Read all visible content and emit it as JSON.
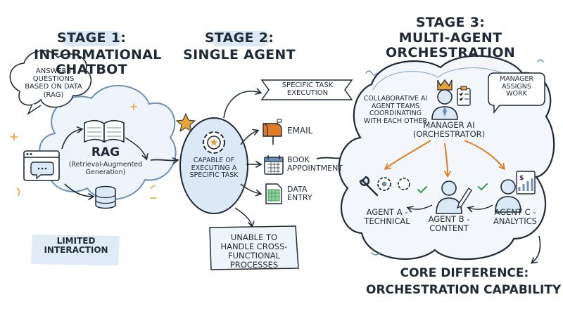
{
  "colors": {
    "ink": "#1f2a36",
    "blue_fill": "#dbe9f6",
    "blue_stroke": "#6d8fb5",
    "gold": "#e8a23a",
    "orange_arrow": "#e07d22",
    "green_check": "#3e9e5a"
  },
  "stage1": {
    "label": "STAGE 1:",
    "title": "INFORMATIONAL CHATBOT",
    "bubble_text": "ANSWERS QUESTIONS BASED ON DATA (RAG)",
    "rag_title": "RAG",
    "rag_subtitle": "(Retrieval-Augmented Generation)",
    "limit_text": "LIMITED INTERACTION",
    "icons": [
      "book-icon",
      "chat-window-icon",
      "database-icon"
    ]
  },
  "stage2": {
    "label": "STAGE 2:",
    "title": "SINGLE AGENT",
    "banner_text": "SPECIFIC TASK EXECUTION",
    "circle_text": "CAPABLE OF EXECUTING A SPECIFIC TASK",
    "tasks": [
      {
        "label": "EMAIL",
        "icon": "mailbox-icon"
      },
      {
        "label": "BOOK APPOINTMENT",
        "icon": "calendar-icon"
      },
      {
        "label": "DATA ENTRY",
        "icon": "spreadsheet-icon"
      }
    ],
    "limit_text": "UNABLE TO HANDLE CROSS-FUNCTIONAL PROCESSES"
  },
  "stage3": {
    "label": "STAGE 3:",
    "title": "MULTI-AGENT ORCHESTRATION",
    "collab_text": "COLLABORATIVE AI AGENT TEAMS COORDINATING WITH EACH OTHER",
    "manager_label": "MANAGER AI (ORCHESTRATOR)",
    "manager_bubble": "MANAGER ASSIGNS WORK",
    "agents": [
      {
        "label": "AGENT A - TECHNICAL",
        "icon": "wrench-gear-icon"
      },
      {
        "label": "AGENT B - CONTENT",
        "icon": "pen-icon"
      },
      {
        "label": "AGENT C - ANALYTICS",
        "icon": "chart-icon"
      }
    ]
  },
  "core": {
    "line1": "CORE DIFFERENCE:",
    "line2": "ORCHESTRATION CAPABILITY"
  }
}
